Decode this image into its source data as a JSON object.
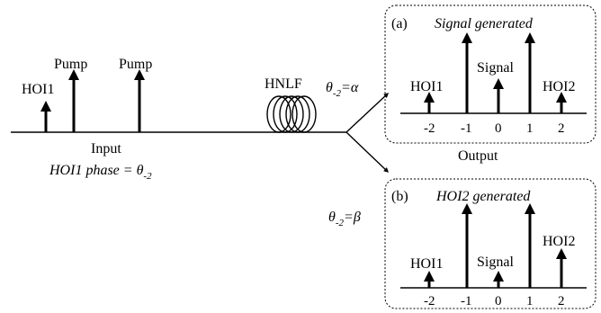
{
  "input": {
    "hoi1": "HOI1",
    "pump1": "Pump",
    "pump2": "Pump",
    "caption": "Input",
    "phase_main": "HOI1 phase = θ",
    "phase_sub": "-2"
  },
  "fiber": {
    "label": "HNLF"
  },
  "branch_a": {
    "theta": "θ",
    "sub": "-2",
    "eq": "=α"
  },
  "branch_b": {
    "theta": "θ",
    "sub": "-2",
    "eq": "=β"
  },
  "output_label": "Output",
  "panel_a": {
    "tag": "(a)",
    "title": "Signal generated",
    "hoi1": "HOI1",
    "signal": "Signal",
    "hoi2": "HOI2",
    "ticks": [
      "-2",
      "-1",
      "0",
      "1",
      "2"
    ]
  },
  "panel_b": {
    "tag": "(b)",
    "title": "HOI2 generated",
    "hoi1": "HOI1",
    "signal": "Signal",
    "hoi2": "HOI2",
    "ticks": [
      "-2",
      "-1",
      "0",
      "1",
      "2"
    ]
  }
}
